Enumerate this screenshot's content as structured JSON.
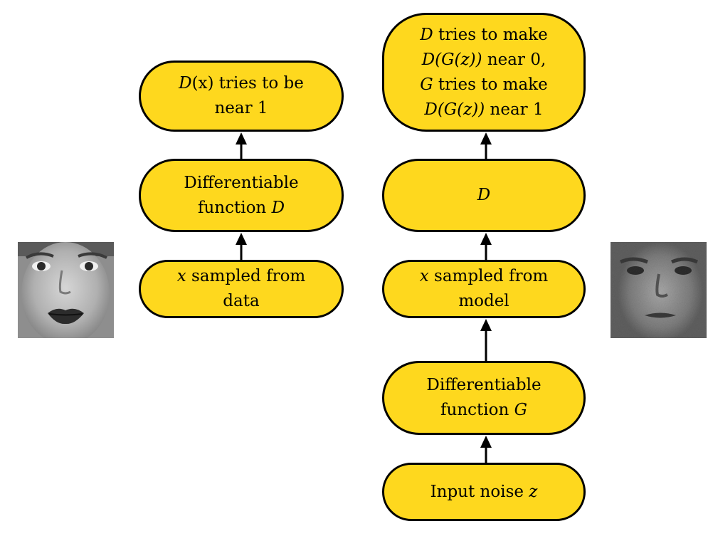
{
  "left_column": {
    "top_box": {
      "prefix_math": "D",
      "text": "(x) tries to be",
      "line2": "near 1"
    },
    "middle_box": {
      "line1": "Differentiable",
      "line2_text": "function ",
      "line2_math": "D"
    },
    "bottom_box": {
      "line1_math": "x",
      "line1_text": " sampled from",
      "line2": "data"
    }
  },
  "right_column": {
    "top_box": {
      "line1_math": "D",
      "line1_text": " tries to make",
      "line2_math": "D(G(z))",
      "line2_text": " near 0,",
      "line3_math": "G",
      "line3_text": " tries to make",
      "line4_math": "D(G(z))",
      "line4_text": " near 1"
    },
    "discriminator_box": {
      "math": "D"
    },
    "sample_box": {
      "line1_math": "x",
      "line1_text": " sampled from",
      "line2": "model"
    },
    "generator_box": {
      "line1": "Differentiable",
      "line2_text": "function ",
      "line2_math": "G"
    },
    "noise_box": {
      "text": "Input noise ",
      "math": "z"
    }
  },
  "images": {
    "real_face": "real-face-photo",
    "generated_face": "generated-face-photo"
  },
  "colors": {
    "box_fill": "#FED81E",
    "box_stroke": "#000000",
    "arrow": "#000000"
  }
}
